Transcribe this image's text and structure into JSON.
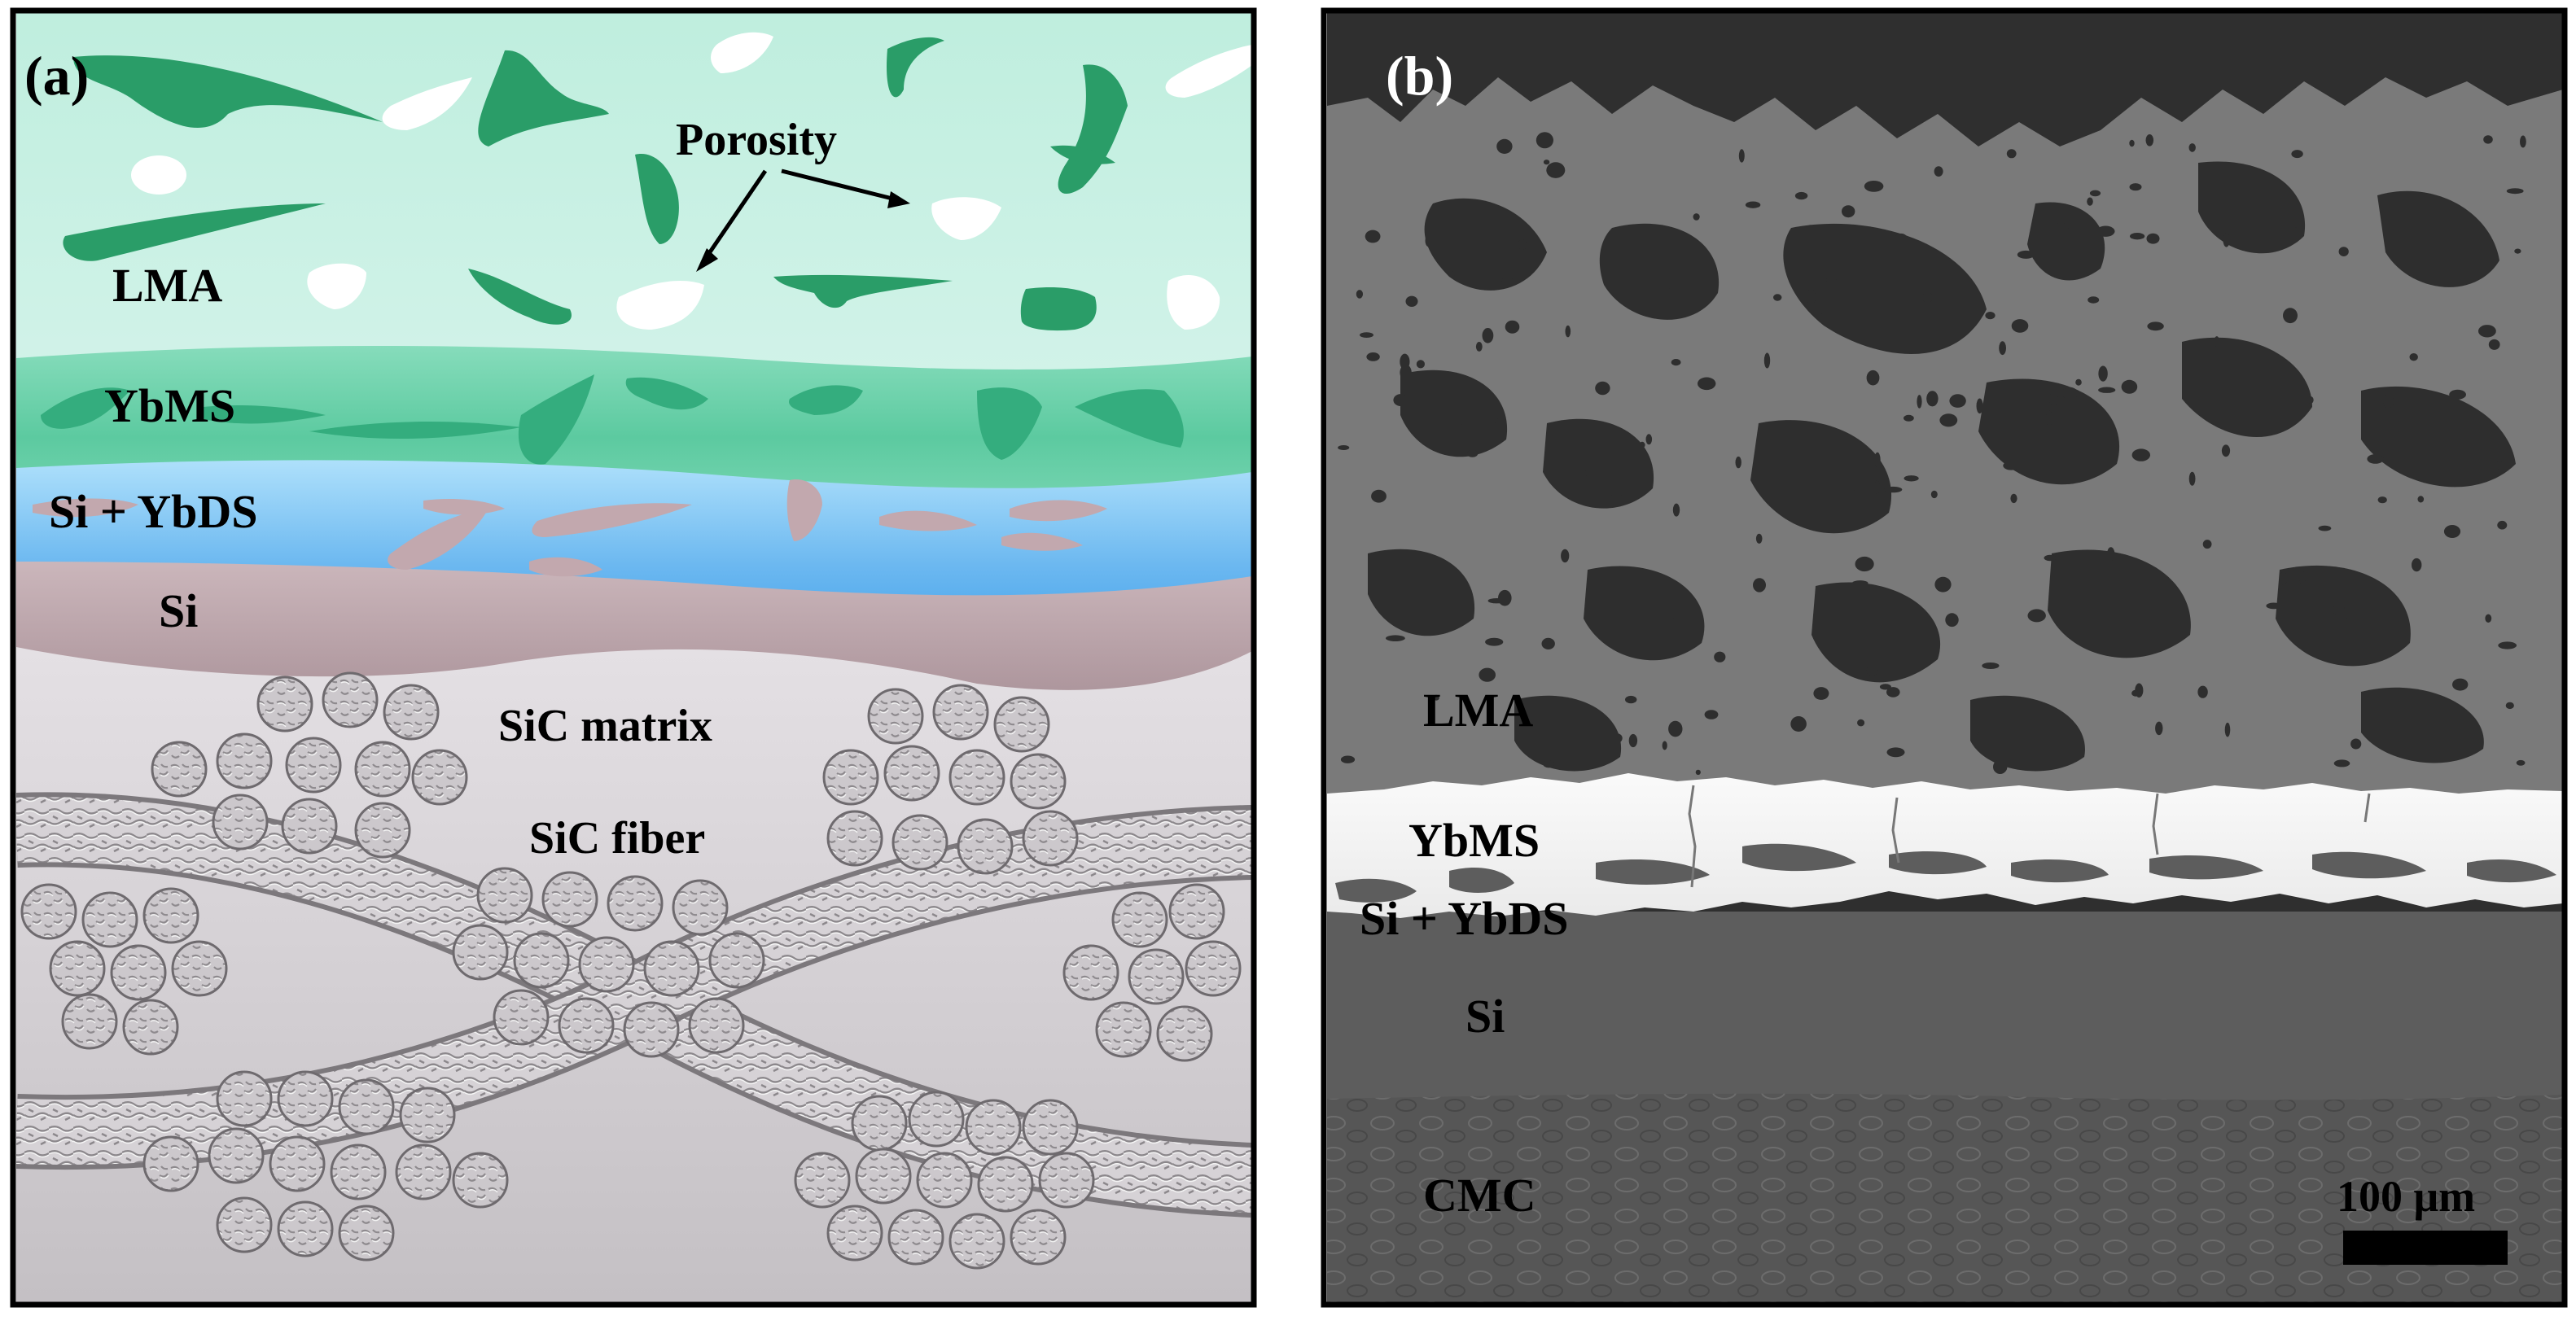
{
  "panel_a": {
    "tag": "(a)",
    "annotation": "Porosity",
    "layers": {
      "lma": "LMA",
      "ybms": "YbMS",
      "si_ybds": "Si + YbDS",
      "si": "Si",
      "sic_matrix": "SiC matrix",
      "sic_fiber": "SiC fiber"
    },
    "colors": {
      "lma": "#c8f0e4",
      "ybms": "#5ccaa0",
      "si_ybds": "#6cb8f0",
      "si": "#b8a2a8",
      "substrate": "#d4cfd4",
      "splat": "#2a9d68",
      "pore": "#ffffff"
    }
  },
  "panel_b": {
    "tag": "(b)",
    "layers": {
      "lma": "LMA",
      "ybms": "YbMS",
      "si_ybds": "Si + YbDS",
      "si": "Si",
      "cmc": "CMC"
    },
    "scale_bar": "100 μm",
    "colors": {
      "background": "#2e2e2e",
      "lma": "#7c7c7c",
      "ybms": "#f6f6f6",
      "si": "#5e5e5e",
      "cmc": "#555555"
    }
  }
}
